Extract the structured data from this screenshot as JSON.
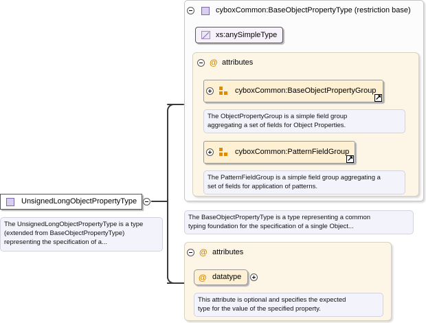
{
  "root": {
    "name": "UnsignedLongObjectPropertyType",
    "description": "The UnsignedLongObjectPropertyType is a type\n(extended from BaseObjectPropertyType)\nrepresenting the specification of a..."
  },
  "base_type": {
    "name": "cyboxCommon:BaseObjectPropertyType",
    "suffix": "(restriction base)",
    "simple_type": "xs:anySimpleType",
    "attributes_label": "attributes",
    "groups": [
      {
        "name": "cyboxCommon:BaseObjectPropertyGroup",
        "description": "The ObjectPropertyGroup is a simple field group\naggregating a set of fields for Object Properties."
      },
      {
        "name": "cyboxCommon:PatternFieldGroup",
        "description": "The PatternFieldGroup is a simple field group aggregating a\nset of fields for application of patterns."
      }
    ],
    "description": "The BaseObjectPropertyType is a type representing a common\ntyping foundation for the specification of a single Object..."
  },
  "own_attributes": {
    "label": "attributes",
    "attribute": {
      "name": "datatype",
      "description": "This attribute is optional and specifies the expected\ntype for the value of the specified property."
    }
  }
}
